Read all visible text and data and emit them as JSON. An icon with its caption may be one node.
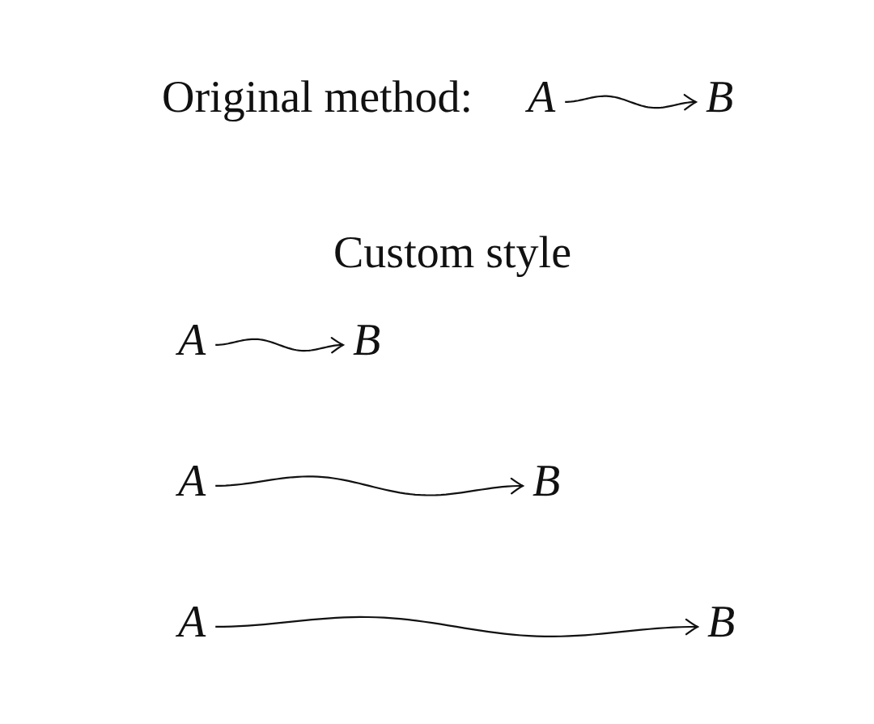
{
  "diagram": {
    "nodes": [
      {
        "text": [
          "A"
        ]
      },
      {
        "text": [
          "B"
        ]
      },
      {
        "text": [
          "A"
        ]
      },
      {
        "text": [
          "B"
        ]
      },
      {
        "text": [
          "A"
        ]
      },
      {
        "text": [
          "B"
        ]
      },
      {
        "text": [
          "A"
        ]
      },
      {
        "text": [
          "B"
        ]
      }
    ],
    "edges": [
      {
        "from": 0,
        "to": 1,
        "arrow": "to"
      },
      {
        "from": 2,
        "to": 3,
        "arrow": "to"
      },
      {
        "from": 4,
        "to": 5,
        "arrow": "to"
      },
      {
        "from": 6,
        "to": 7,
        "arrow": "to"
      }
    ],
    "labels": [
      "Original method:",
      "Custom style"
    ]
  }
}
